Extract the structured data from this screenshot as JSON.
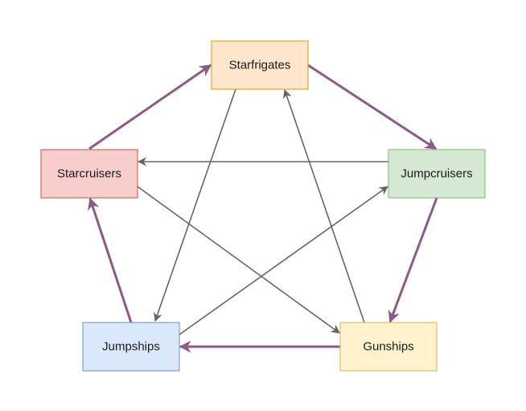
{
  "diagram": {
    "nodes": [
      {
        "id": "starfrigates",
        "label": "Starfrigates",
        "fill": "#ffe6cc",
        "stroke": "#d79b00"
      },
      {
        "id": "jumpcruisers",
        "label": "Jumpcruisers",
        "fill": "#d5e8d4",
        "stroke": "#82b366"
      },
      {
        "id": "gunships",
        "label": "Gunships",
        "fill": "#fff2cc",
        "stroke": "#d6b656"
      },
      {
        "id": "jumpships",
        "label": "Jumpships",
        "fill": "#dae8fc",
        "stroke": "#6c8ebf"
      },
      {
        "id": "starcruisers",
        "label": "Starcruisers",
        "fill": "#f8cecc",
        "stroke": "#b85450"
      }
    ],
    "edges": [
      {
        "from": "starfrigates",
        "to": "jumpcruisers",
        "kind": "cycle"
      },
      {
        "from": "jumpcruisers",
        "to": "gunships",
        "kind": "cycle"
      },
      {
        "from": "gunships",
        "to": "jumpships",
        "kind": "cycle"
      },
      {
        "from": "jumpships",
        "to": "starcruisers",
        "kind": "cycle"
      },
      {
        "from": "starcruisers",
        "to": "starfrigates",
        "kind": "cycle"
      },
      {
        "from": "starfrigates",
        "to": "jumpships",
        "kind": "star"
      },
      {
        "from": "jumpcruisers",
        "to": "starcruisers",
        "kind": "star"
      },
      {
        "from": "gunships",
        "to": "starfrigates",
        "kind": "star"
      },
      {
        "from": "jumpships",
        "to": "jumpcruisers",
        "kind": "star"
      },
      {
        "from": "starcruisers",
        "to": "gunships",
        "kind": "star"
      }
    ],
    "colors": {
      "cycle_edge": "#8c5b87",
      "star_edge": "#666666",
      "text": "#1a1a1a"
    }
  }
}
